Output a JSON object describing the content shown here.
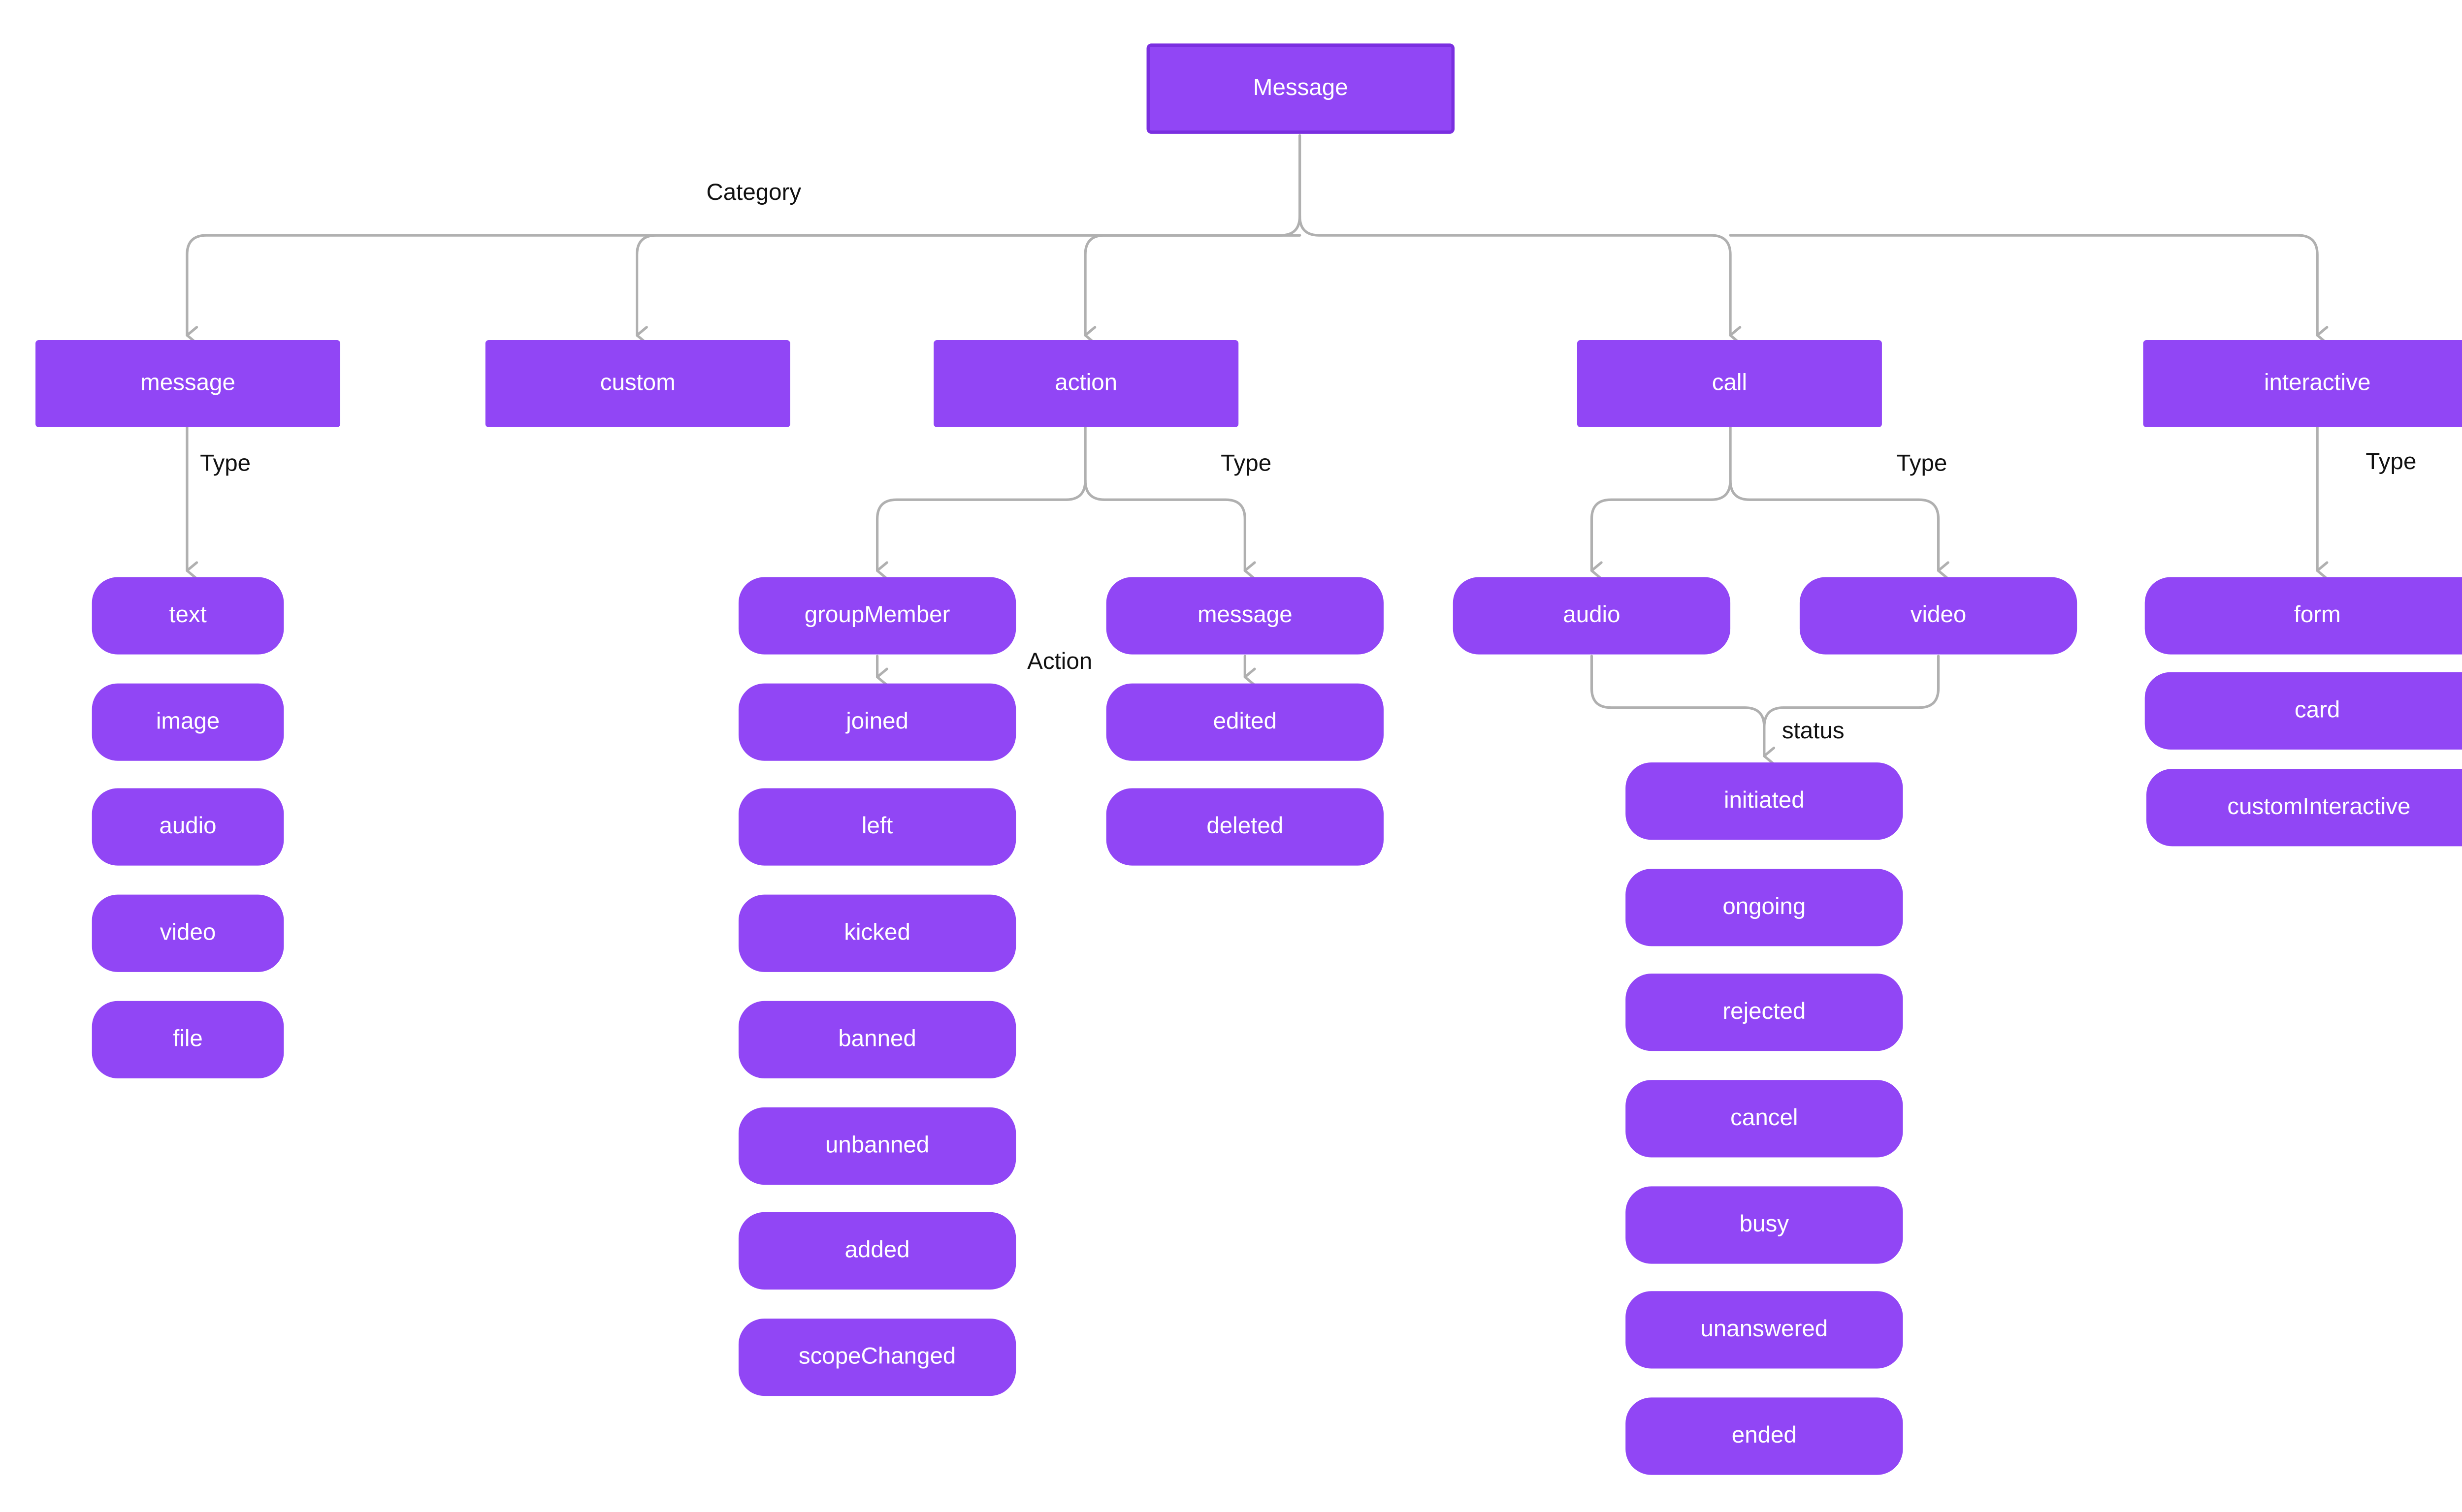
{
  "root": "Message",
  "labels": {
    "category": "Category",
    "type_message": "Type",
    "type_action": "Type",
    "type_call": "Type",
    "type_interactive": "Type",
    "action": "Action",
    "status": "status"
  },
  "categories": [
    "message",
    "custom",
    "action",
    "call",
    "interactive"
  ],
  "message_types": [
    "text",
    "image",
    "audio",
    "video",
    "file"
  ],
  "action_types": [
    "groupMember",
    "message"
  ],
  "group_member_actions": [
    "joined",
    "left",
    "kicked",
    "banned",
    "unbanned",
    "added",
    "scopeChanged"
  ],
  "message_actions": [
    "edited",
    "deleted"
  ],
  "call_types": [
    "audio",
    "video"
  ],
  "call_statuses": [
    "initiated",
    "ongoing",
    "rejected",
    "cancel",
    "busy",
    "unanswered",
    "ended"
  ],
  "interactive_types": [
    "form",
    "card",
    "customInteractive"
  ],
  "colors": {
    "node": "#9146f5",
    "node_border": "#7a2fe0",
    "connector": "#b0b0b0",
    "label": "#111111"
  }
}
